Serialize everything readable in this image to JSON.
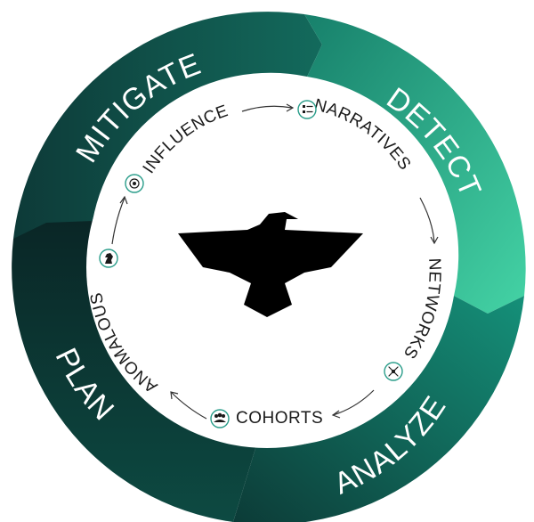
{
  "phases": [
    {
      "label": "MITIGATE",
      "icon": "none"
    },
    {
      "label": "DETECT",
      "icon": "none"
    },
    {
      "label": "ANALYZE",
      "icon": "none"
    },
    {
      "label": "PLAN",
      "icon": "none"
    }
  ],
  "stages": [
    {
      "label": "INFLUENCE",
      "icon": "target-icon"
    },
    {
      "label": "NARRATIVES",
      "icon": "list-icon"
    },
    {
      "label": "NETWORKS",
      "icon": "network-icon"
    },
    {
      "label": "COHORTS",
      "icon": "group-icon"
    },
    {
      "label": "ANOMALOUS",
      "icon": "chess-knight-icon"
    }
  ],
  "colors": {
    "dark_segment": "#0b2a2a",
    "mid_segment": "#0f5a4f",
    "bright_segment": "#3ec9a0",
    "icon_accent": "#2a9d8a",
    "center_logo": "#000000"
  },
  "center_logo": "eagle-logo"
}
